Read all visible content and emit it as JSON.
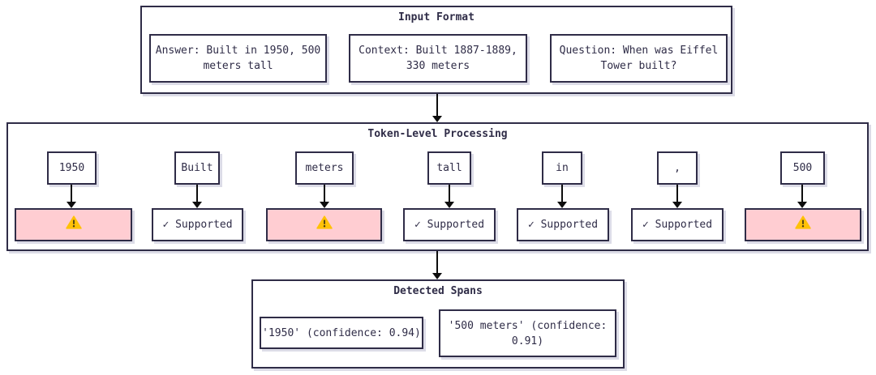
{
  "diagram": {
    "type": "flowchart",
    "description": "Hallucination / support detection pipeline: input format, token-level processing, detected spans"
  },
  "colors": {
    "ink": "#2f2c47",
    "box_background": "#ffffff",
    "warning_background": "#ffcdd2",
    "warning_icon_gold": "#ffc107",
    "arrow": "#0d0d0d",
    "shadow": "#dcdce7"
  },
  "icons": {
    "warning": {
      "name": "warning-triangle-icon",
      "glyph": "⚠",
      "color": "#ffc107"
    },
    "check": {
      "name": "check-icon",
      "glyph": "✓"
    }
  },
  "input_format": {
    "title": "Input Format",
    "boxes": [
      {
        "name": "answer",
        "lines": [
          "Answer: Built in 1950, 500",
          "meters tall"
        ]
      },
      {
        "name": "context",
        "lines": [
          "Context: Built 1887-1889,",
          "330 meters"
        ]
      },
      {
        "name": "question",
        "lines": [
          "Question: When was Eiffel",
          "Tower built?"
        ]
      }
    ]
  },
  "token_processing": {
    "title": "Token-Level Processing",
    "columns": [
      {
        "token": "1950",
        "status": "warning"
      },
      {
        "token": "Built",
        "status": "supported",
        "label": "✓ Supported"
      },
      {
        "token": "meters",
        "status": "warning"
      },
      {
        "token": "tall",
        "status": "supported",
        "label": "✓ Supported"
      },
      {
        "token": "in",
        "status": "supported",
        "label": "✓ Supported"
      },
      {
        "token": ",",
        "status": "supported",
        "label": "✓ Supported"
      },
      {
        "token": "500",
        "status": "warning"
      }
    ]
  },
  "detected_spans": {
    "title": "Detected Spans",
    "spans": [
      {
        "lines": [
          "'1950' (confidence: 0.94)",
          ""
        ]
      },
      {
        "lines": [
          "'500 meters' (confidence:",
          "0.91)"
        ]
      }
    ]
  }
}
